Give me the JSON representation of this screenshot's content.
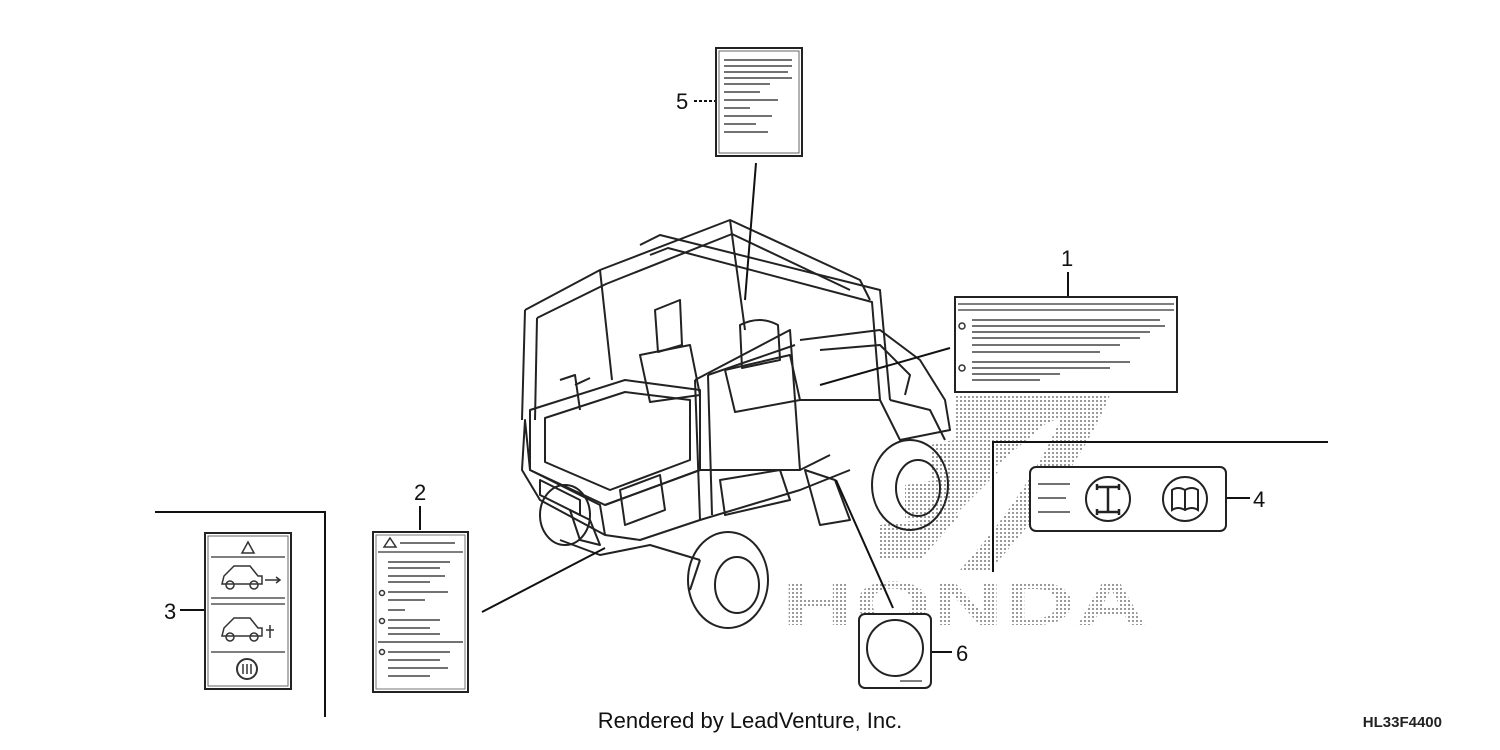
{
  "diagram": {
    "callouts": [
      {
        "id": "1",
        "label": "1"
      },
      {
        "id": "2",
        "label": "2"
      },
      {
        "id": "3",
        "label": "3"
      },
      {
        "id": "4",
        "label": "4"
      },
      {
        "id": "5",
        "label": "5"
      },
      {
        "id": "6",
        "label": "6"
      }
    ],
    "watermark": "HONDA",
    "credit": "Rendered by LeadVenture, Inc.",
    "diagram_code": "HL33F4400"
  }
}
